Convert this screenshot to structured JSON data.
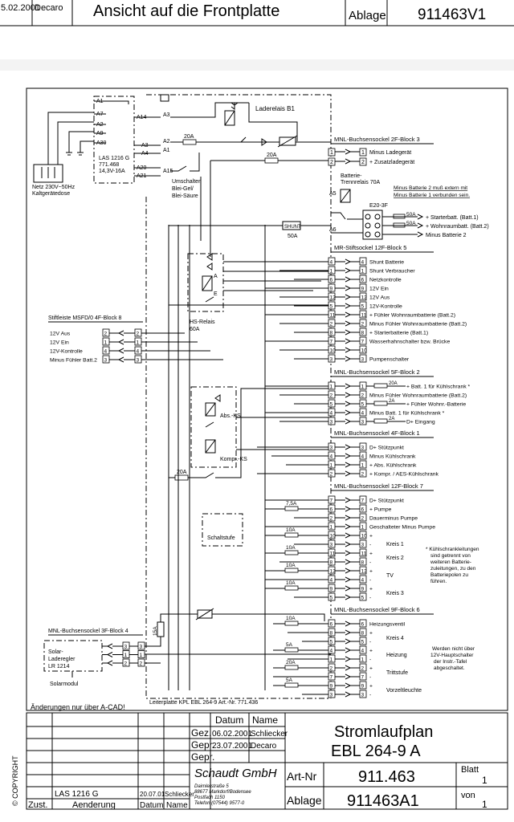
{
  "top_header": {
    "date_fragment": "5.02.2001",
    "author_fragment": "Decaro",
    "title": "Ansicht auf die Frontplatte",
    "ablage_label": "Ablage",
    "ablage_value": "911463V1"
  },
  "charger": {
    "pins_left": [
      "A1",
      "A7",
      "A2",
      "A9",
      "A30"
    ],
    "model": "LAS 1216 G",
    "article": "771.468",
    "spec": "14,3V-16A",
    "pins_right": [
      "A14",
      "A3",
      "A4",
      "A20",
      "A21"
    ],
    "mains_line1": "Netz 230V~50Hz",
    "mains_line2": "Kaltgerätedose"
  },
  "top_section": {
    "relay_pins": [
      "A3",
      "A2",
      "A1",
      "A15"
    ],
    "fuse_20a": "20A",
    "switch_label1": "Umschalter",
    "switch_label2": "Blei-Gel/",
    "switch_label3": "Blei-Säure",
    "laderelais": "Laderelais B1",
    "block3_title": "MNL-Buchsensockel 2F-Block 3",
    "block3_rows": [
      {
        "pin": "1",
        "text": "Minus Ladegerät"
      },
      {
        "pin": "2",
        "text": "+ Zusatzladegerät"
      }
    ],
    "fuse_20a_b": "20A",
    "trennrelais1": "Batterie-",
    "trennrelais2": "Trennrelais 70A",
    "a5": "A5",
    "a6": "A6",
    "note1": "Minus Batterie 2 muß extern mit",
    "note2": "Minus Batterie 1 verbunden sein.",
    "e20": "E20-3F",
    "fuse_50a_1": "50A",
    "fuse_50a_2": "50A",
    "starterbatt": "+ Starterbatt. (Batt.1)",
    "wohnraumbatt": "+ Wohnraumbatt. (Batt.2)",
    "minusbatt2": "Minus Batterie 2",
    "shunt": "SHUNT",
    "shunt_50a": "50A"
  },
  "block5": {
    "title": "MR-Stiftsockel 12F-Block 5",
    "rows": [
      {
        "pin": "4",
        "text": "Shunt Batterie"
      },
      {
        "pin": "1",
        "text": "Shunt Verbraucher"
      },
      {
        "pin": "6",
        "text": "Netzkontrolle"
      },
      {
        "pin": "9",
        "text": "12V Ein"
      },
      {
        "pin": "12",
        "text": "12V Aus"
      },
      {
        "pin": "5",
        "text": "12V-Kontrolle"
      },
      {
        "pin": "11",
        "text": "+ Fühler Wohnraumbatterie (Batt.2)"
      },
      {
        "pin": "2",
        "text": "Minus Fühler Wohnraumbatterie (Batt.2)"
      },
      {
        "pin": "8",
        "text": "+ Starterbatterie (Batt.1)"
      },
      {
        "pin": "7",
        "text": "Wasserhahnschalter bzw. Brücke"
      },
      {
        "pin": "10",
        "text": ""
      },
      {
        "pin": "3",
        "text": "Pumpenschalter"
      }
    ]
  },
  "hs_relais": {
    "label1": "HS-Relais",
    "label2": "60A",
    "pin_a": "A",
    "pin_e": "E"
  },
  "block8": {
    "title": "Stiftleiste MSFD/0 4F-Block 8",
    "rows": [
      {
        "pin": "2",
        "text": "12V Aus"
      },
      {
        "pin": "1",
        "text": "12V Ein"
      },
      {
        "pin": "4",
        "text": "12V-Kontrolle"
      },
      {
        "pin": "3",
        "text": "Minus Fühler Batt.2"
      }
    ]
  },
  "block2": {
    "title": "MNL-Buchsensockel 5F-Block 2",
    "rows": [
      {
        "pin": "1",
        "fuse": "20A",
        "text": "+ Batt. 1 für Kühlschrank *"
      },
      {
        "pin": "2",
        "fuse": "",
        "text": "Minus Fühler Wohnraumbatterie (Batt.2)"
      },
      {
        "pin": "5",
        "fuse": "2A",
        "text": "+ Fühler Wohnr.-Batterie"
      },
      {
        "pin": "4",
        "fuse": "",
        "text": "Minus Batt. 1 für Kühlschrank *"
      },
      {
        "pin": "3",
        "fuse": "2A",
        "text": "D+ Eingang"
      }
    ]
  },
  "ks_relays": {
    "abs": "Abs.-KS",
    "kompr": "Kompr.-KS",
    "fuse": "20A"
  },
  "block1": {
    "title": "MNL-Buchsensockel 4F-Block 1",
    "rows": [
      {
        "pin": "3",
        "text": "D+ Stützpunkt"
      },
      {
        "pin": "4",
        "text": "Minus Kühlschrank"
      },
      {
        "pin": "1",
        "text": "+ Abs. Kühlschrank"
      },
      {
        "pin": "2",
        "text": "+ Kompr. / AES-Kühlschrank"
      }
    ]
  },
  "block7": {
    "title": "MNL-Buchsensockel 12F-Block 7",
    "rows": [
      {
        "pin": "7",
        "fuse": "",
        "text": "D+ Stützpunkt"
      },
      {
        "pin": "6",
        "fuse": "7,5A",
        "text": "+ Pumpe"
      },
      {
        "pin": "2",
        "fuse": "",
        "text": "Dauerminus Pumpe"
      },
      {
        "pin": "1",
        "fuse": "",
        "text": "Geschalteter Minus Pumpe"
      },
      {
        "pin": "10",
        "fuse": "10A",
        "text": "+"
      },
      {
        "pin": "3",
        "fuse": "",
        "text": "-"
      },
      {
        "pin": "11",
        "fuse": "10A",
        "text": "+"
      },
      {
        "pin": "8",
        "fuse": "",
        "text": "-"
      },
      {
        "pin": "12",
        "fuse": "10A",
        "text": "+"
      },
      {
        "pin": "4",
        "fuse": "",
        "text": "-"
      },
      {
        "pin": "9",
        "fuse": "10A",
        "text": "+"
      },
      {
        "pin": "5",
        "fuse": "",
        "text": "-"
      }
    ],
    "kreis1": "Kreis 1",
    "kreis2": "Kreis 2",
    "tv": "TV",
    "kreis3": "Kreis 3",
    "note": [
      "* Kühlschrankleitungen",
      "sind getrennt von",
      "weiteren Batterie-",
      "zuleitungen, zu den",
      "Batteriepolen zu",
      "führen."
    ],
    "schaltstufe": "Schaltstufe"
  },
  "block6": {
    "title": "MNL-Buchsensockel 9F-Block 6",
    "rows": [
      {
        "pin": "6",
        "fuse": "10A",
        "text": "Heizungsventil"
      },
      {
        "pin": "8",
        "fuse": "",
        "text": "+"
      },
      {
        "pin": "5",
        "fuse": "",
        "text": "-"
      },
      {
        "pin": "4",
        "fuse": "5A",
        "text": "+"
      },
      {
        "pin": "1",
        "fuse": "",
        "text": "-"
      },
      {
        "pin": "2",
        "fuse": "20A",
        "text": "+"
      },
      {
        "pin": "7",
        "fuse": "",
        "text": "-"
      },
      {
        "pin": "9",
        "fuse": "5A",
        "text": "+"
      },
      {
        "pin": "3",
        "fuse": "",
        "text": "-"
      }
    ],
    "kreis4": "Kreis 4",
    "heizung": "Heizung",
    "trittstufe": "Trittstufe",
    "vorzelt": "Vorzeltleuchte",
    "note": [
      "Werden nicht über",
      "12V-Hauptschalter",
      "der Instr.-Tafel",
      "abgeschaltet."
    ],
    "fuse_15a": "15A"
  },
  "block4": {
    "title": "MNL-Buchsensockel 3F-Block 4",
    "solar1": "Solar-",
    "solar2": "Laderegler",
    "solar3": "LR 1214",
    "solarmodul": "Solarmodul",
    "pins": [
      "3",
      "1",
      "2"
    ]
  },
  "footer": {
    "changes": "Änderungen nur über A-CAD!",
    "leiterplatte": "Leiterplatte KPL EBL 264-9 Art.-Nr. 771.436",
    "col_datum": "Datum",
    "col_name": "Name",
    "gez": "Gez.",
    "gez_date": "06.02.2001",
    "gez_name": "Schliecker",
    "gepr1": "Gepr.",
    "gepr1_date": "23.07.2001",
    "gepr1_name": "Decaro",
    "gepr2": "Gepr.",
    "title1": "Stromlaufplan",
    "title2": "EBL 264-9 A",
    "company": "Schaudt GmbH",
    "addr1": "Daimlerstraße 5",
    "addr2": "88677 Markdorf/Bodensee",
    "addr3": "Postfach 1150",
    "addr4": "Telefon (07544) 9577-0",
    "artnr_label": "Art-Nr",
    "artnr": "911.463",
    "blatt_label": "Blatt",
    "blatt": "1",
    "ablage_label": "Ablage",
    "ablage": "911463A1",
    "von_label": "von",
    "von": "1",
    "rev_text": "LAS 1216 G",
    "rev_date": "20.07.01",
    "rev_name": "Schliecker",
    "zust": "Zust.",
    "aenderung": "Aenderung",
    "datum": "Datum",
    "name": "Name",
    "copyright": "© COPYRIGHT"
  }
}
